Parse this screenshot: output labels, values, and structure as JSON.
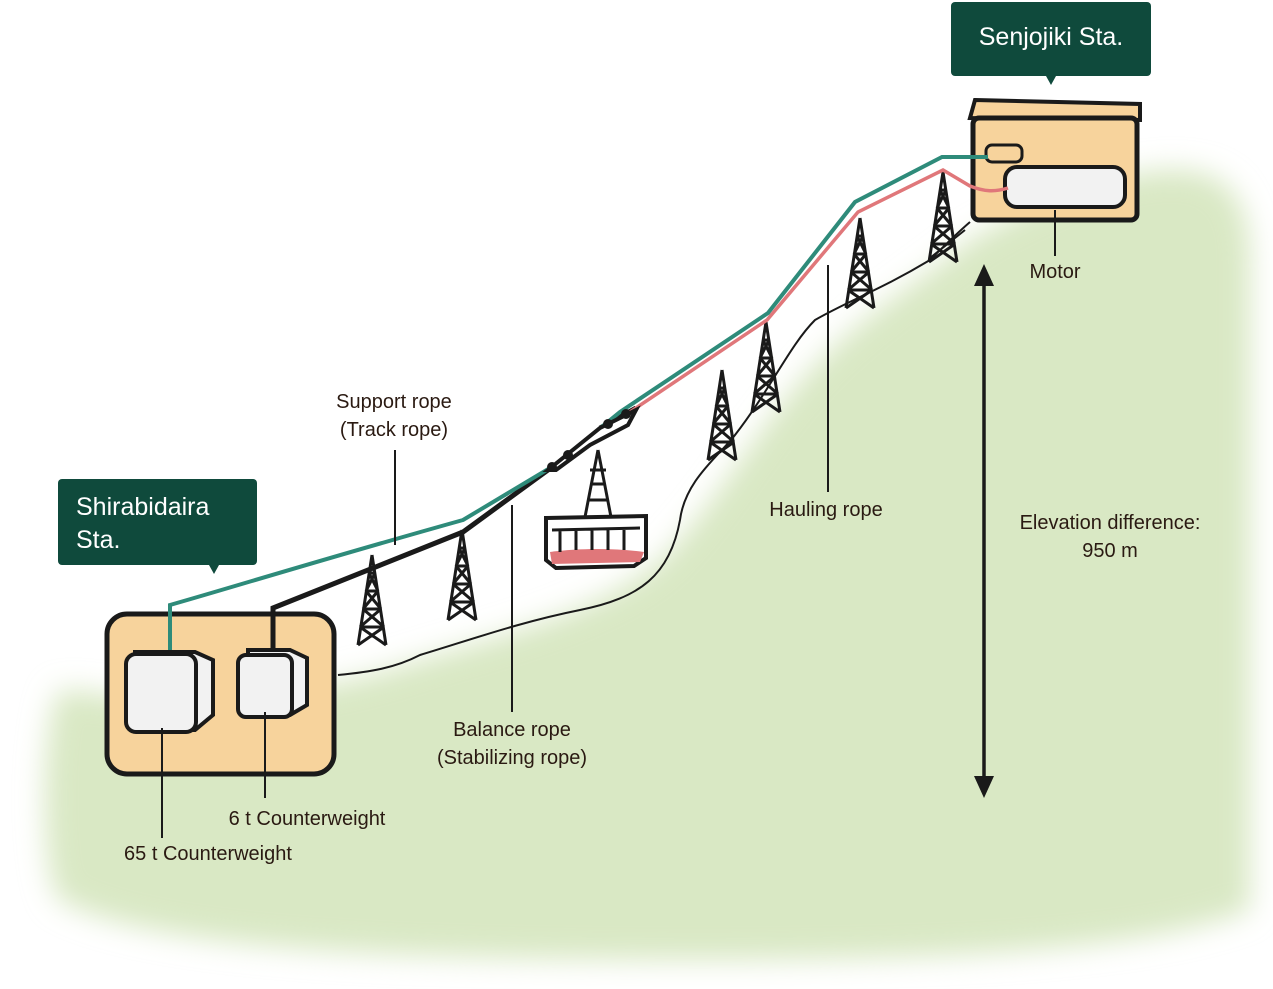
{
  "stations": {
    "lower": {
      "line1": "Shirabidaira",
      "line2": "Sta."
    },
    "upper": {
      "name": "Senjojiki Sta."
    }
  },
  "labels": {
    "support_rope_1": "Support rope",
    "support_rope_2": "(Track rope)",
    "balance_rope_1": "Balance rope",
    "balance_rope_2": "(Stabilizing rope)",
    "hauling_rope": "Hauling rope",
    "motor": "Motor",
    "elevation_1": "Elevation difference:",
    "elevation_2": "950 m",
    "counterweight_6t": "6 t Counterweight",
    "counterweight_65t": "65 t Counterweight"
  },
  "colors": {
    "ground": "#d9e8c4",
    "station_fill": "#f7d39c",
    "support_rope": "#2e8b7a",
    "hauling_rope": "#e0777a",
    "balance_rope": "#1a1a1a",
    "callout_bg": "#0f4a3c"
  }
}
